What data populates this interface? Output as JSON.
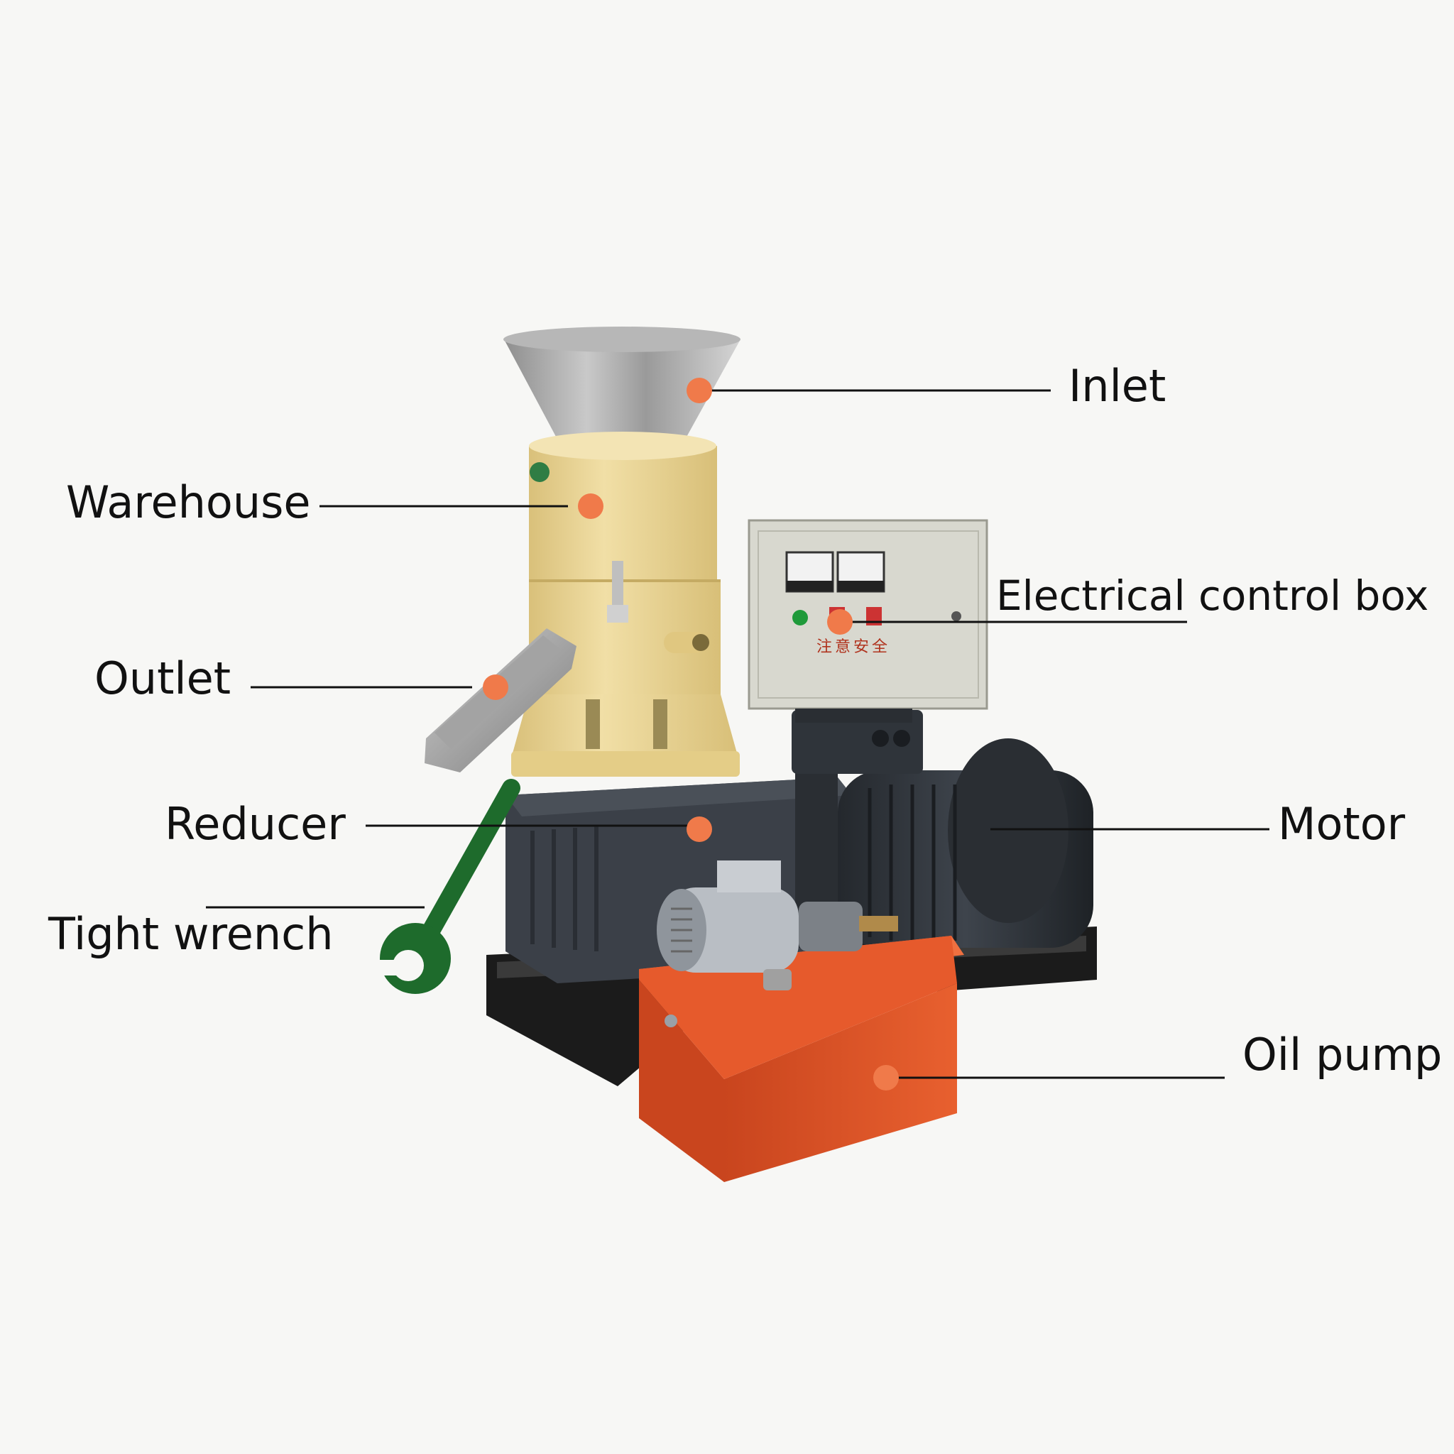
{
  "diagram": {
    "labels": {
      "inlet": "Inlet",
      "warehouse": "Warehouse",
      "electrical_control_box": "Electrical control box",
      "outlet": "Outlet",
      "reducer": "Reducer",
      "motor": "Motor",
      "tight_wrench": "Tight wrench",
      "oil_pump": "Oil pump"
    },
    "control_panel_text": "注意安全"
  },
  "colors": {
    "background": "#f7f7f5",
    "marker": "#f07a4a",
    "body": "#ecd79a",
    "hopper": "#a9a9a9",
    "gearbox": "#3b4048",
    "motor": "#2c3036",
    "control_box": "#d8d8cf",
    "oil_tank": "#e0552a",
    "wrench": "#1e6b2c",
    "base": "#1b1b1b"
  }
}
